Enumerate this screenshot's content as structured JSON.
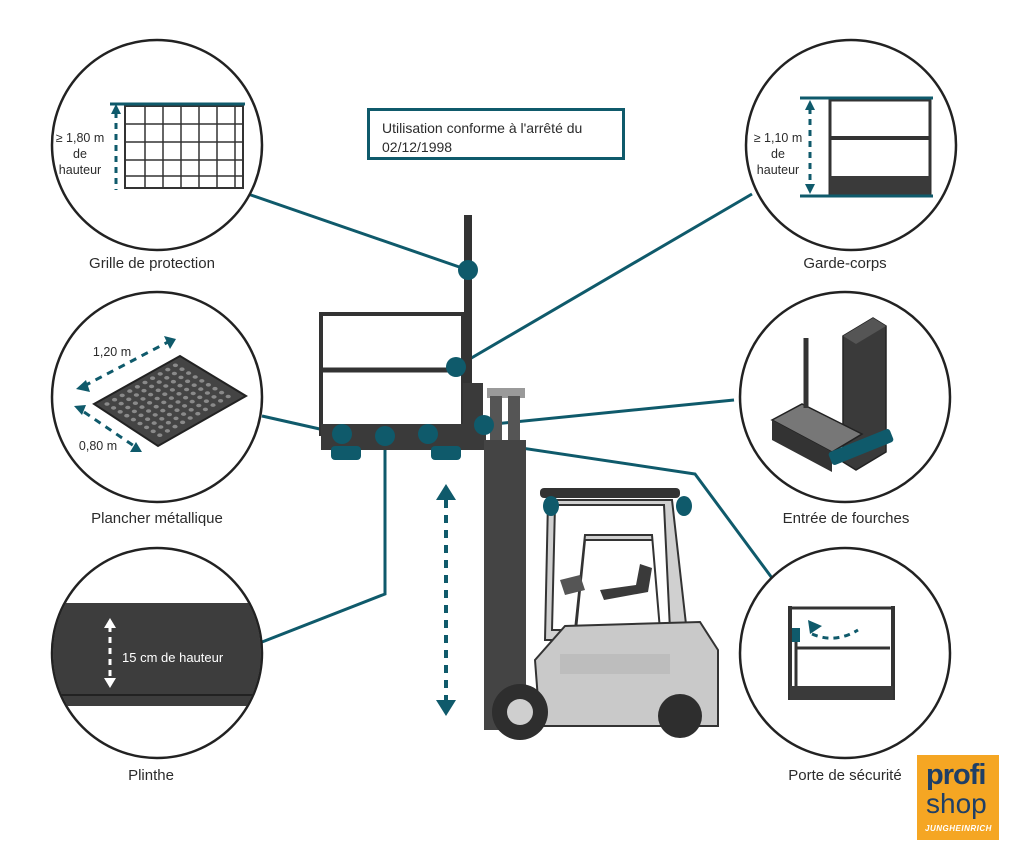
{
  "notice": "Utilisation conforme à l'arrêté du 02/12/1998",
  "callouts": {
    "grille": {
      "caption": "Grille de protection",
      "height_label": [
        "≥ 1,80 m",
        "de",
        "hauteur"
      ]
    },
    "garde_corps": {
      "caption": "Garde-corps",
      "height_label": [
        "≥ 1,10 m",
        "de",
        "hauteur"
      ]
    },
    "plancher": {
      "caption": "Plancher métallique",
      "length_label": "1,20 m",
      "width_label": "0,80 m"
    },
    "fourches": {
      "caption": "Entrée de fourches"
    },
    "plinthe": {
      "caption": "Plinthe",
      "height_label": "15 cm de hauteur"
    },
    "porte": {
      "caption": "Porte de sécurité"
    }
  },
  "logo": {
    "line1": "profi",
    "line2": "shop",
    "brand": "JUNGHEINRICH"
  },
  "colors": {
    "accent": "#0f5a6b",
    "dark": "#3a3a3a",
    "truck_body": "#c9c9c9",
    "logo_bg": "#f5a623",
    "logo_text": "#1f3f66"
  }
}
